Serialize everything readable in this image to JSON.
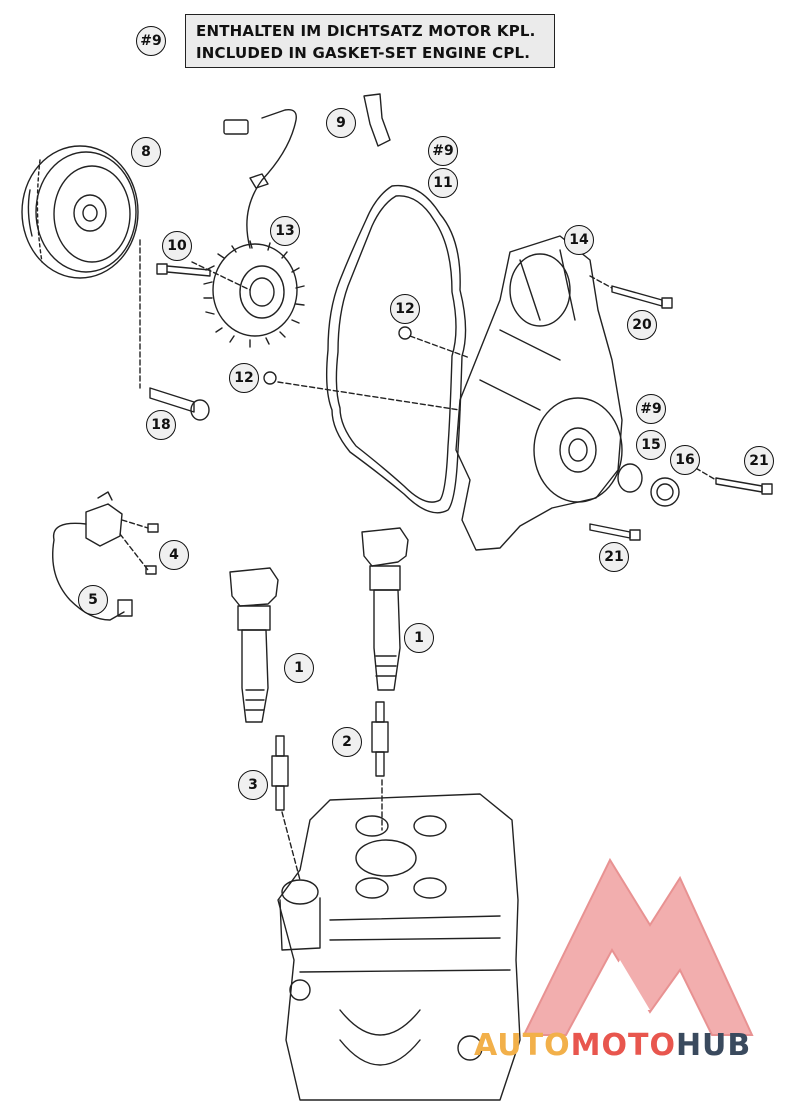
{
  "header": {
    "ref_badge": "#9",
    "line_de": "ENTHALTEN IM DICHTSATZ MOTOR KPL.",
    "line_en": "INCLUDED IN GASKET-SET ENGINE CPL."
  },
  "callouts": [
    {
      "id": "c8",
      "label": "8"
    },
    {
      "id": "c9",
      "label": "9"
    },
    {
      "id": "c9b",
      "label": "#9"
    },
    {
      "id": "c11",
      "label": "11"
    },
    {
      "id": "c10",
      "label": "10"
    },
    {
      "id": "c13",
      "label": "13"
    },
    {
      "id": "c14",
      "label": "14"
    },
    {
      "id": "c12a",
      "label": "12"
    },
    {
      "id": "c12b",
      "label": "12"
    },
    {
      "id": "c20",
      "label": "20"
    },
    {
      "id": "c18",
      "label": "18"
    },
    {
      "id": "c9c",
      "label": "#9"
    },
    {
      "id": "c15",
      "label": "15"
    },
    {
      "id": "c16",
      "label": "16"
    },
    {
      "id": "c21a",
      "label": "21"
    },
    {
      "id": "c4",
      "label": "4"
    },
    {
      "id": "c21b",
      "label": "21"
    },
    {
      "id": "c5",
      "label": "5"
    },
    {
      "id": "c1a",
      "label": "1"
    },
    {
      "id": "c1b",
      "label": "1"
    },
    {
      "id": "c2",
      "label": "2"
    },
    {
      "id": "c3",
      "label": "3"
    }
  ],
  "watermark": {
    "part1": "AUTO",
    "part2": "MOTO",
    "part3": "HUB",
    "colors": {
      "auto": "#f2b04a",
      "moto": "#e8564e",
      "hub": "#3a4a5e",
      "logo": "#f0a0a0"
    }
  },
  "colors": {
    "line": "#222222",
    "badge_fill": "#f0f0f0",
    "box_fill": "#ebebeb"
  }
}
